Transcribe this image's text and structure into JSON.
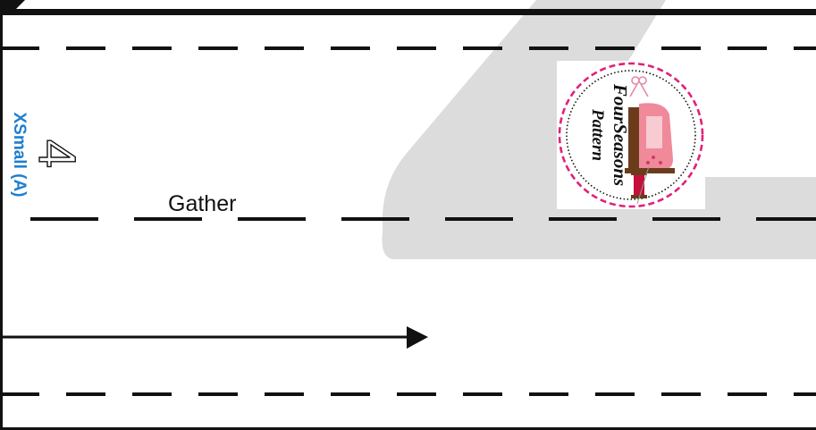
{
  "pattern": {
    "size_label": "XSmall (A)",
    "piece_number": "4",
    "fold_instruction": "Gather",
    "logo": {
      "line1": "FourSeasons",
      "line2": "Pattern"
    }
  },
  "colors": {
    "line": "#111111",
    "watermark": "#dcdcdc",
    "size_label": "#1e7fd0",
    "logo_ring": "#e0217a",
    "logo_machine": "#f08a9a"
  },
  "icons": [
    "sewing-machine-icon",
    "scissors-icon",
    "thread-spool-icon",
    "grainline-arrow-icon"
  ]
}
